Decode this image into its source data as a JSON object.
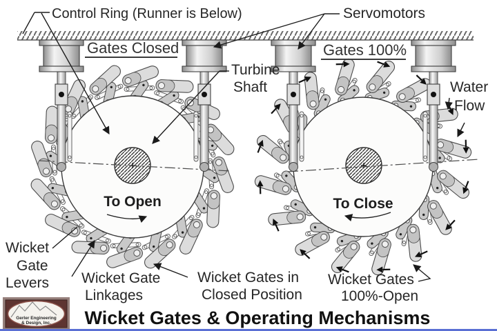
{
  "colors": {
    "accent_border": "#5a6fd4",
    "logo_frame": "#96807c",
    "logo_bg": "#5e3431",
    "logo_text": "#7b3c33"
  },
  "header": {
    "control_ring_label": "Control Ring (Runner is Below)",
    "servomotors_label": "Servomotors"
  },
  "left_assembly": {
    "heading": "Gates Closed",
    "rotation_label": "To Open",
    "caption": [
      "Wicket Gates in",
      "Closed Position"
    ]
  },
  "right_assembly": {
    "heading": "Gates 100%",
    "rotation_label": "To Close",
    "caption": [
      "Wicket Gates",
      "100%-Open"
    ]
  },
  "callouts": {
    "turbine_shaft": [
      "Turbine",
      "Shaft"
    ],
    "water_flow": [
      "Water",
      "Flow"
    ],
    "wicket_gate_levers": [
      "Wicket",
      "Gate",
      "Levers"
    ],
    "wicket_gate_linkages": [
      "Wicket Gate",
      "Linkages"
    ]
  },
  "footer": {
    "title": "Wicket Gates & Operating Mechanisms",
    "logo": [
      "Gerler Engineering",
      "& Design, Inc."
    ]
  }
}
